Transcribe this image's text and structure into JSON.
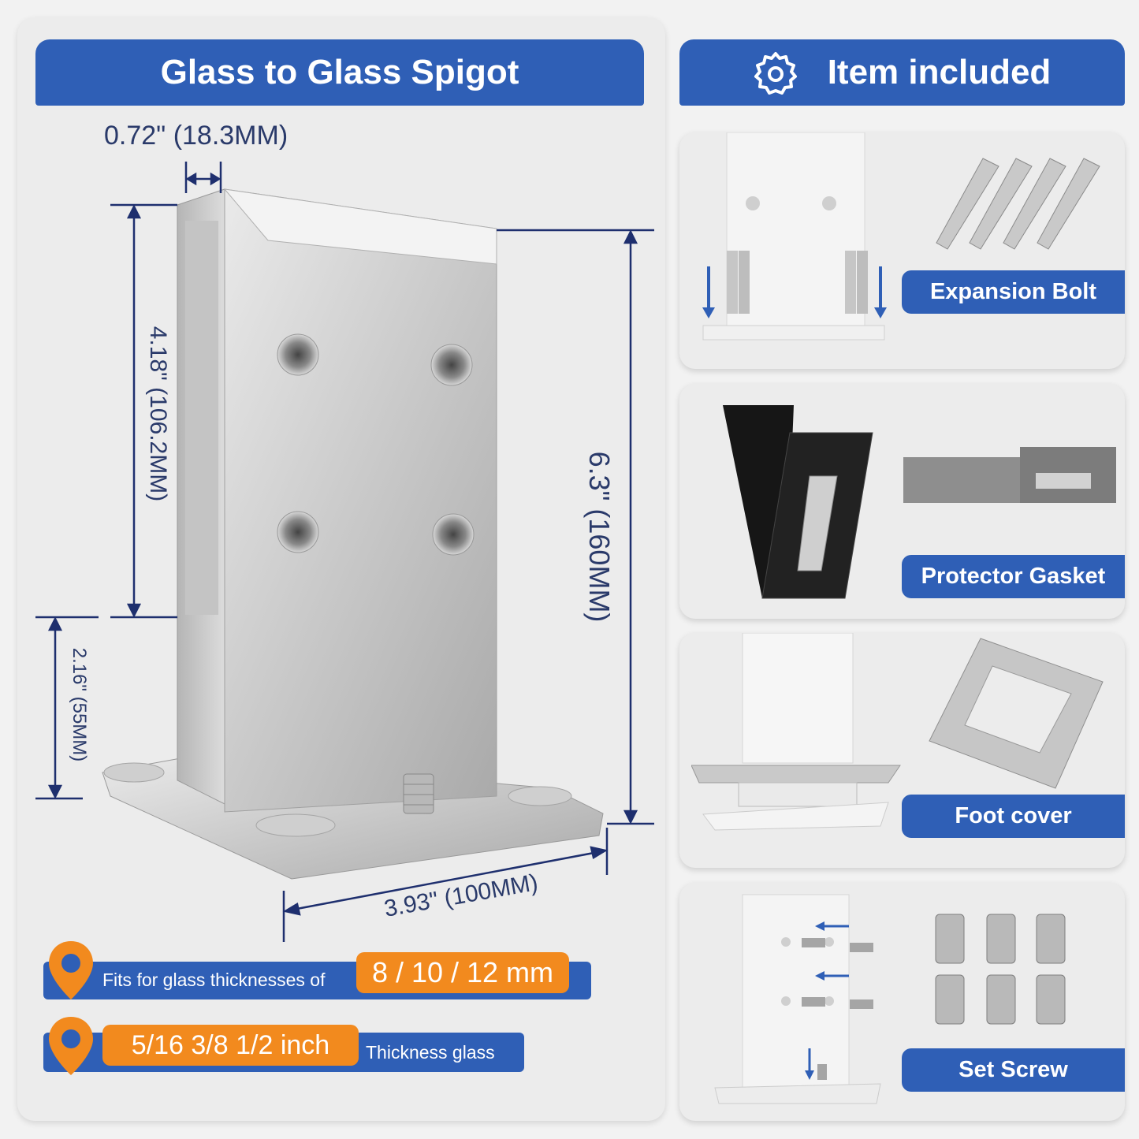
{
  "title": "Glass to Glass Spigot",
  "items_header": "Item included",
  "dimensions": {
    "thickness": "0.72\" (18.3MM)",
    "upper_height": "4.18\" (106.2MM)",
    "total_height": "6.3\" (160MM)",
    "base_height": "2.16\" (55MM)",
    "base_width": "3.93\" (100MM)"
  },
  "features": {
    "fits_text": "Fits for glass thicknesses of",
    "fits_value": "8 / 10 / 12 mm",
    "inch_value": "5/16  3/8  1/2 inch",
    "inch_text": "Thickness glass"
  },
  "items": [
    {
      "label": "Expansion Bolt"
    },
    {
      "label": "Protector Gasket"
    },
    {
      "label": "Foot cover"
    },
    {
      "label": "Set Screw"
    }
  ],
  "colors": {
    "brand_blue": "#2f5fb6",
    "accent_orange": "#f28a1e",
    "dimension_navy": "#1e2f6e"
  },
  "icons": [
    "gear-icon",
    "location-pin-icon",
    "arrow-down-icon",
    "arrow-left-icon"
  ]
}
